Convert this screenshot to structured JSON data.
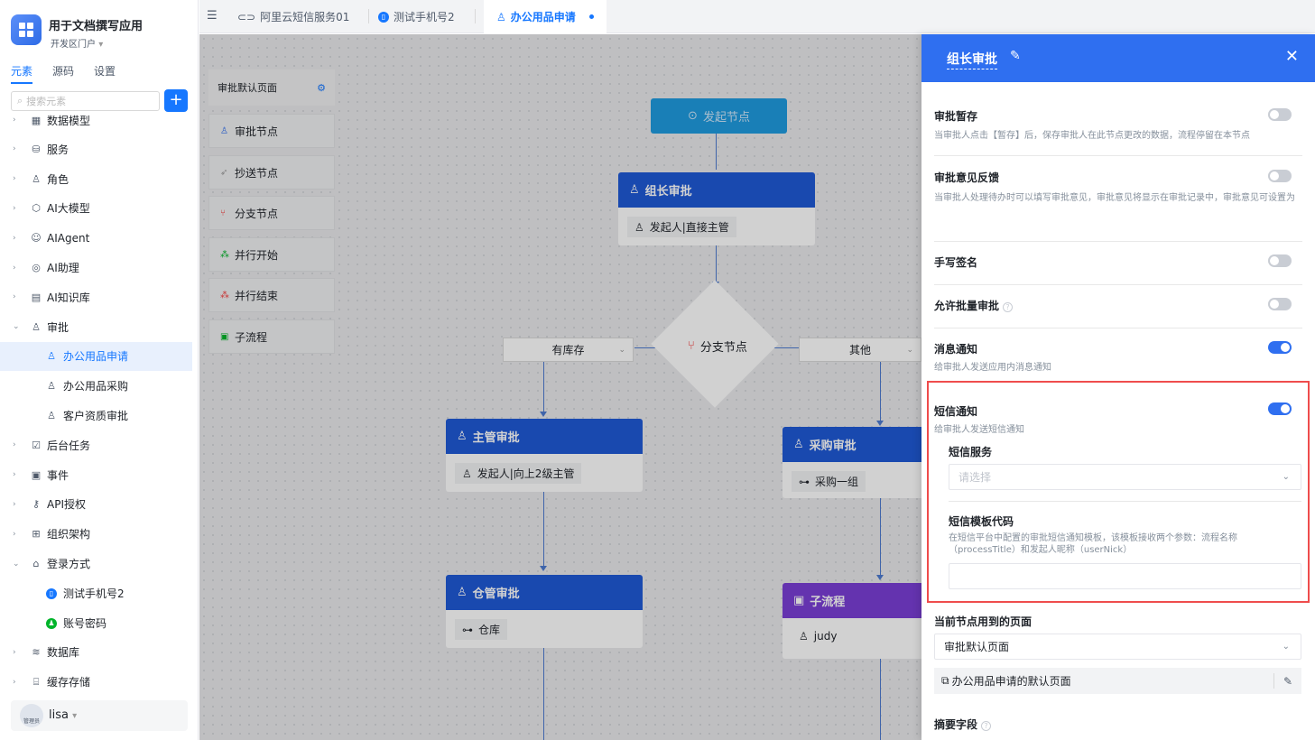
{
  "app": {
    "title": "用于文档撰写应用",
    "subtitle": "开发区门户"
  },
  "side_tabs": [
    "元素",
    "源码",
    "设置"
  ],
  "search": {
    "placeholder": "搜索元素"
  },
  "tree": [
    {
      "label": "数据模型",
      "icon": "table-icon"
    },
    {
      "label": "服务",
      "icon": "service-icon"
    },
    {
      "label": "角色",
      "icon": "role-icon"
    },
    {
      "label": "AI大模型",
      "icon": "ai-model-icon"
    },
    {
      "label": "AIAgent",
      "icon": "robot-icon"
    },
    {
      "label": "AI助理",
      "icon": "ai-assistant-icon"
    },
    {
      "label": "AI知识库",
      "icon": "book-icon"
    },
    {
      "label": "审批",
      "icon": "stamp-icon"
    },
    {
      "label": "办公用品申请",
      "icon": "stamp-icon"
    },
    {
      "label": "办公用品采购",
      "icon": "stamp-icon"
    },
    {
      "label": "客户资质审批",
      "icon": "stamp-icon"
    },
    {
      "label": "后台任务",
      "icon": "task-icon"
    },
    {
      "label": "事件",
      "icon": "event-icon"
    },
    {
      "label": "API授权",
      "icon": "key-icon"
    },
    {
      "label": "组织架构",
      "icon": "org-icon"
    },
    {
      "label": "登录方式",
      "icon": "login-icon"
    },
    {
      "label": "测试手机号2",
      "icon": "phone-icon"
    },
    {
      "label": "账号密码",
      "icon": "account-icon"
    },
    {
      "label": "数据库",
      "icon": "database-icon"
    },
    {
      "label": "缓存存储",
      "icon": "cache-icon"
    }
  ],
  "user": {
    "name": "lisa",
    "role": "管理员"
  },
  "tabs": [
    {
      "label": "阿里云短信服务01"
    },
    {
      "label": "测试手机号2"
    },
    {
      "label": "办公用品申请"
    }
  ],
  "palette": {
    "header": "审批默认页面",
    "items": [
      "审批节点",
      "抄送节点",
      "分支节点",
      "并行开始",
      "并行结束",
      "子流程"
    ]
  },
  "flow": {
    "start": "发起节点",
    "leader": {
      "title": "组长审批",
      "assignee": "发起人|直接主管"
    },
    "branch": "分支节点",
    "cond_left": "有库存",
    "cond_right": "其他",
    "manager": {
      "title": "主管审批",
      "assignee": "发起人|向上2级主管"
    },
    "purchase": {
      "title": "采购审批",
      "assignee": "采购一组"
    },
    "warehouse": {
      "title": "仓管审批",
      "assignee": "仓库"
    },
    "subflow": {
      "title": "子流程",
      "assignee": "judy"
    }
  },
  "panel": {
    "title": "组长审批",
    "draft": {
      "title": "审批暂存",
      "desc": "当审批人点击【暂存】后，保存审批人在此节点更改的数据，流程停留在本节点",
      "enabled": false
    },
    "opinion": {
      "title": "审批意见反馈",
      "desc": "当审批人处理待办时可以填写审批意见，审批意见将显示在审批记录中，审批意见可设置为",
      "enabled": false
    },
    "signature": {
      "title": "手写签名",
      "enabled": false
    },
    "batch": {
      "title": "允许批量审批",
      "enabled": false
    },
    "message": {
      "title": "消息通知",
      "desc": "给审批人发送应用内消息通知",
      "enabled": true
    },
    "sms": {
      "title": "短信通知",
      "desc": "给审批人发送短信通知",
      "enabled": true
    },
    "sms_service": {
      "label": "短信服务",
      "placeholder": "请选择"
    },
    "sms_template": {
      "label": "短信模板代码",
      "desc": "在短信平台中配置的审批短信通知模板，该模板接收两个参数：流程名称（processTitle）和发起人昵称（userNick）",
      "value": ""
    },
    "pages": {
      "label": "当前节点用到的页面",
      "value": "审批默认页面",
      "default_page": "办公用品申请的默认页面"
    },
    "summary": {
      "label": "摘要字段"
    }
  },
  "colors": {
    "primary": "#2f6ff0",
    "approval_head": "#1f59d6",
    "subflow_head": "#7b3fd6",
    "start": "#1f9be0",
    "highlight": "#ef4c4c"
  }
}
